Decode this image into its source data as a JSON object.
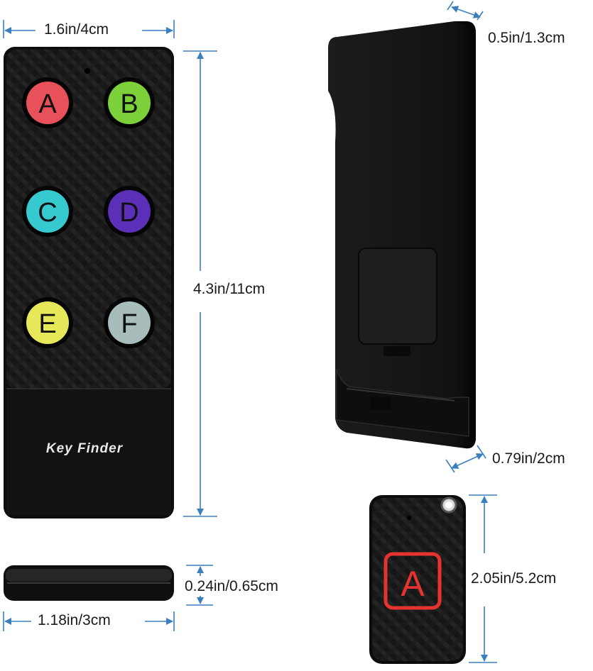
{
  "dimensions": {
    "remote_width": "1.6in/4cm",
    "remote_height": "4.3in/11cm",
    "holder_depth": "0.5in/1.3cm",
    "holder_base": "0.79in/2cm",
    "receiver_thickness": "0.24in/0.65cm",
    "receiver_width": "1.18in/3cm",
    "receiver_height": "2.05in/5.2cm"
  },
  "remote": {
    "brand_label": "Key Finder",
    "buttons": [
      {
        "letter": "A",
        "color": "#e8505a"
      },
      {
        "letter": "B",
        "color": "#7cd13a"
      },
      {
        "letter": "C",
        "color": "#36c9d0"
      },
      {
        "letter": "D",
        "color": "#5b2fb8"
      },
      {
        "letter": "E",
        "color": "#e6e85a"
      },
      {
        "letter": "F",
        "color": "#a9bcbc"
      }
    ]
  },
  "receiver": {
    "letter": "A",
    "accent": "#e5332f"
  },
  "colors": {
    "dimension_line": "#3b7fbf",
    "device_body": "#111111"
  }
}
